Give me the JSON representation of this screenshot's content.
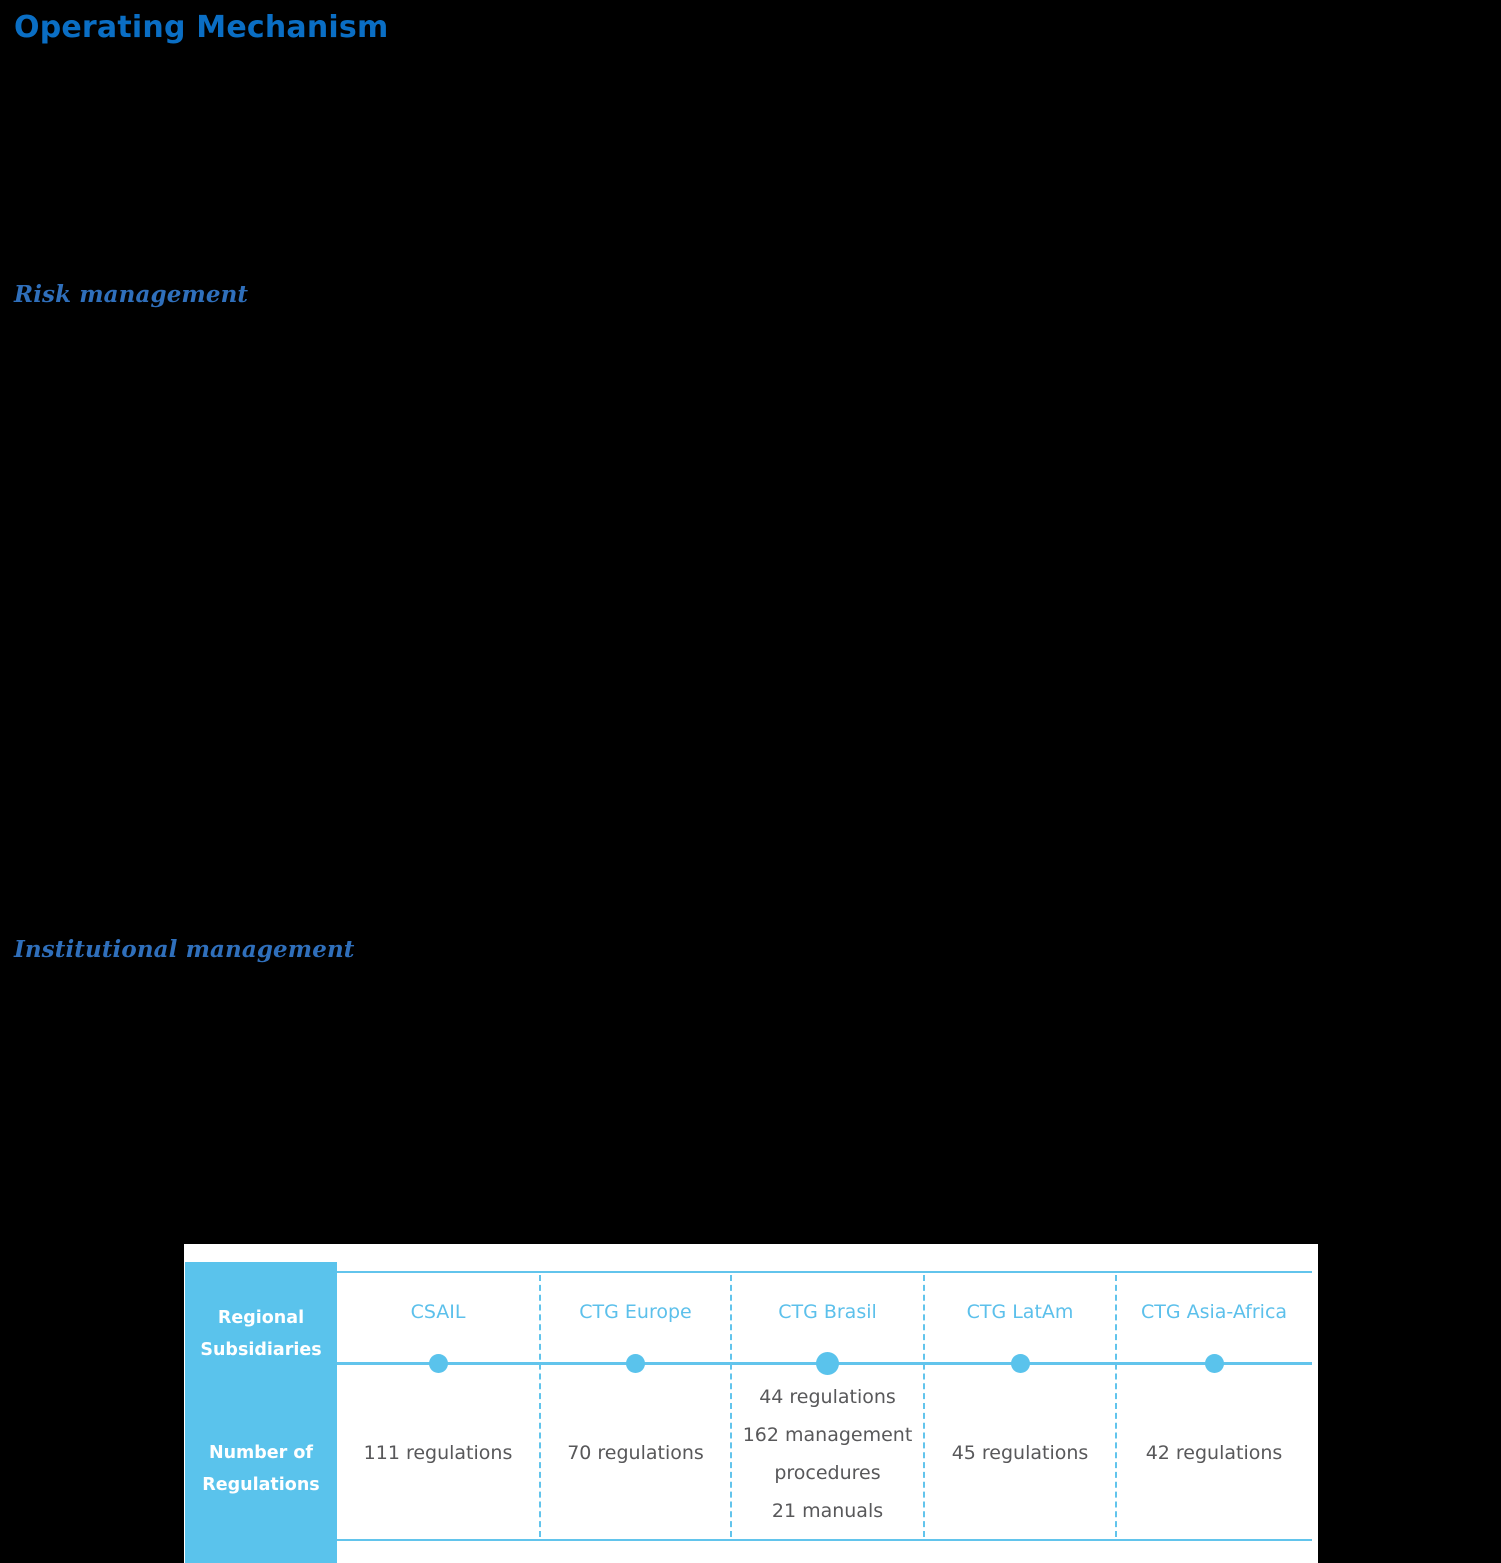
{
  "page": {
    "title": "Operating Mechanism",
    "background_color": "#000000",
    "title_color": "#0a6ec4"
  },
  "sections": [
    {
      "name": "risk",
      "heading": "Risk management"
    },
    {
      "name": "institutional",
      "heading": "Institutional management"
    }
  ],
  "table": {
    "accent_color": "#5ac3ec",
    "header_text_color": "#5cc0eb",
    "body_text_color": "#58585a",
    "row_labels": [
      {
        "line1": "Regional",
        "line2": "Subsidiaries"
      },
      {
        "line1": "Number of",
        "line2": "Regulations"
      }
    ],
    "columns": [
      {
        "header": "CSAIL",
        "values": [
          "111 regulations"
        ],
        "dot_size": "normal"
      },
      {
        "header": "CTG Europe",
        "values": [
          "70 regulations"
        ],
        "dot_size": "normal"
      },
      {
        "header": "CTG Brasil",
        "values": [
          "44 regulations",
          "162 management procedures",
          "21 manuals"
        ],
        "dot_size": "large"
      },
      {
        "header": "CTG LatAm",
        "values": [
          "45 regulations"
        ],
        "dot_size": "normal"
      },
      {
        "header": "CTG Asia-Africa",
        "values": [
          "42 regulations"
        ],
        "dot_size": "normal"
      }
    ]
  }
}
